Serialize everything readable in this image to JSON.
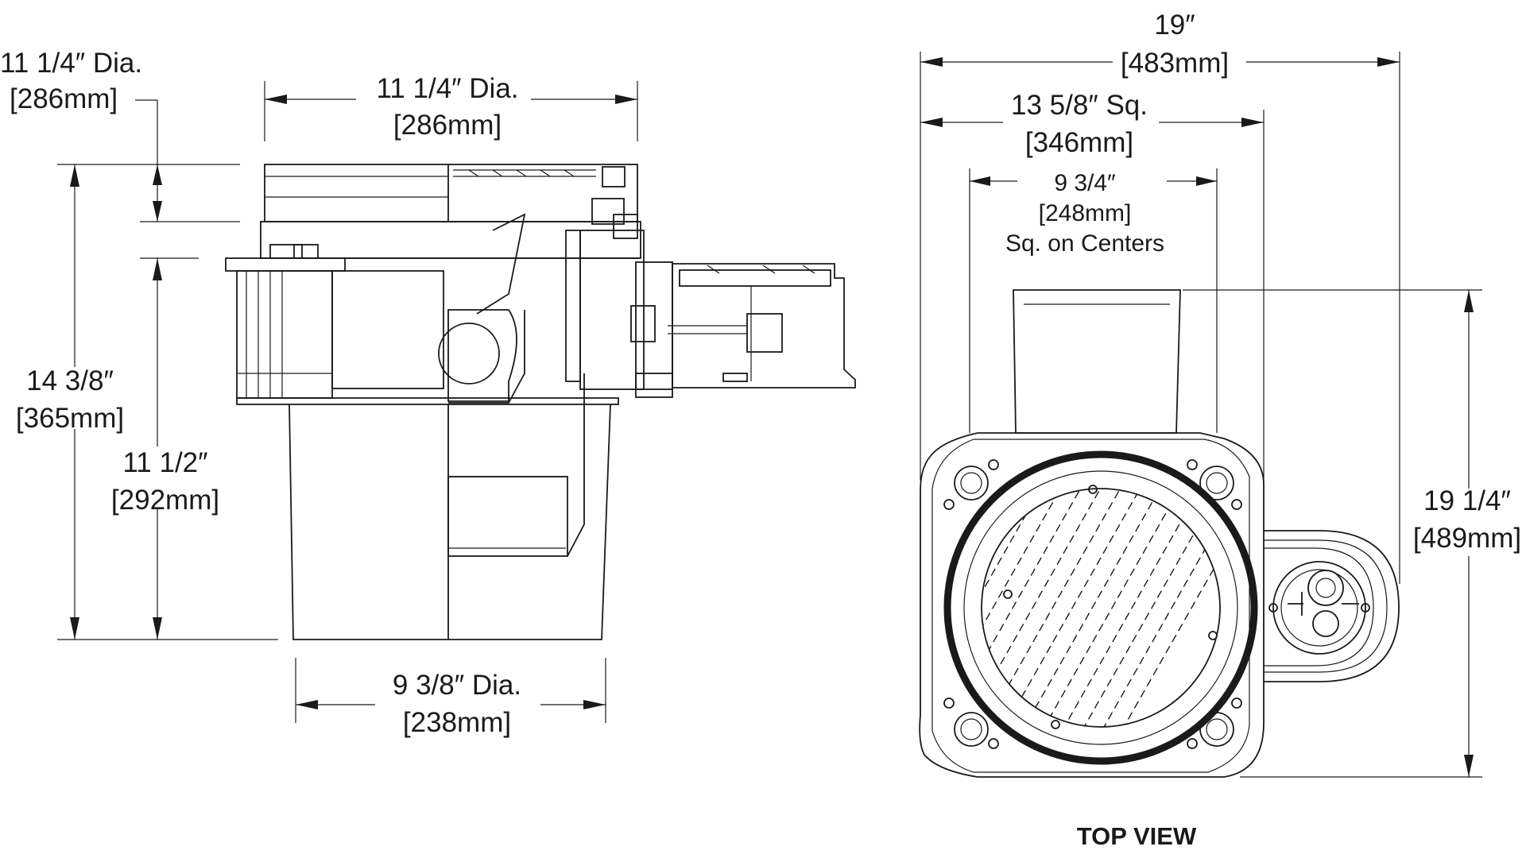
{
  "side_view": {
    "top_cap_height": {
      "imperial": "11 1/4″ Dia.",
      "metric": "[286mm]"
    },
    "top_diameter": {
      "imperial": "11 1/4″ Dia.",
      "metric": "[286mm]"
    },
    "overall_height": {
      "imperial": "14 3/8″",
      "metric": "[365mm]"
    },
    "body_height": {
      "imperial": "11 1/2″",
      "metric": "[292mm]"
    },
    "bottom_diameter": {
      "imperial": "9 3/8″ Dia.",
      "metric": "[238mm]"
    }
  },
  "top_view": {
    "caption": "TOP VIEW",
    "overall_width": {
      "imperial": "19″",
      "metric": "[483mm]"
    },
    "square_size": {
      "imperial": "13 5/8″ Sq.",
      "metric": "[346mm]"
    },
    "centers": {
      "imperial": "9 3/4″",
      "metric": "[248mm]",
      "note": "Sq. on Centers"
    },
    "overall_depth": {
      "imperial": "19 1/4″",
      "metric": "[489mm]"
    }
  }
}
